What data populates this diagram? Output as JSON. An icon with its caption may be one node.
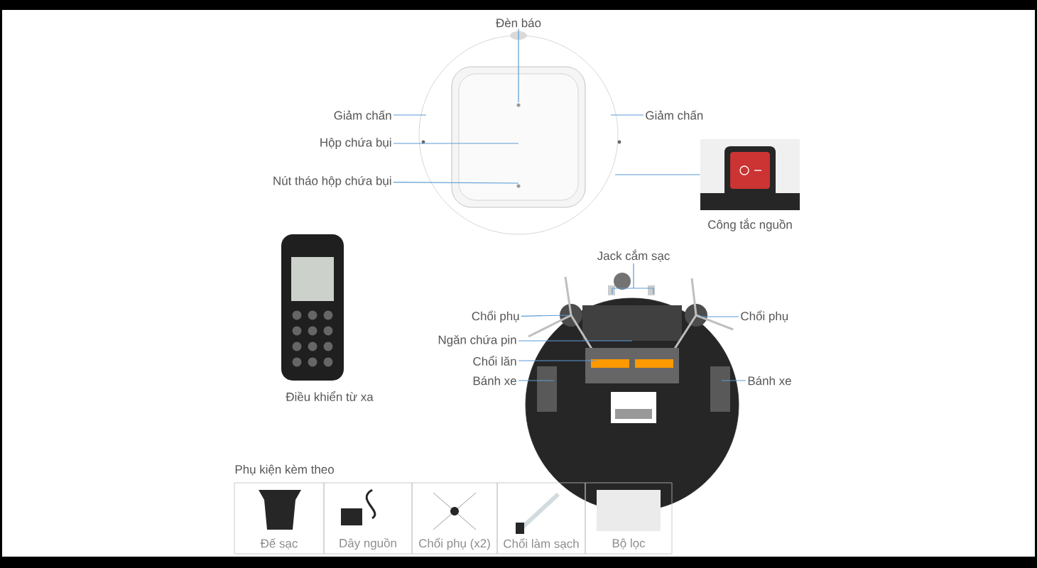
{
  "diagram": {
    "nodes": [
      {
        "text": [
          "Đèn báo"
        ]
      },
      {
        "text": [
          "Giảm chấn"
        ]
      },
      {
        "text": [
          "Giảm chấn"
        ]
      },
      {
        "text": [
          "Hộp chứa bụi"
        ]
      },
      {
        "text": [
          "Nút tháo hộp chứa bụi"
        ]
      },
      {
        "text": [
          "Công tắc nguồn"
        ]
      },
      {
        "text": [
          "Jack cắm sạc"
        ]
      },
      {
        "text": [
          "Chổi phụ"
        ]
      },
      {
        "text": [
          "Chổi phụ"
        ]
      },
      {
        "text": [
          "Ngăn chứa pin"
        ]
      },
      {
        "text": [
          "Chổi lăn"
        ]
      },
      {
        "text": [
          "Bánh xe"
        ]
      },
      {
        "text": [
          "Bánh xe"
        ]
      },
      {
        "text": [],
        "shape": "picture"
      },
      {
        "text": [],
        "shape": "picture"
      }
    ],
    "edges": [
      {
        "from": 0,
        "to": 13,
        "arrow": "none"
      },
      {
        "from": 1,
        "to": 13,
        "arrow": "none"
      },
      {
        "from": 2,
        "to": 13,
        "arrow": "none"
      },
      {
        "from": 3,
        "to": 13,
        "arrow": "none"
      },
      {
        "from": 4,
        "to": 13,
        "arrow": "none"
      },
      {
        "from": 13,
        "to": 5,
        "arrow": "none"
      },
      {
        "from": 6,
        "to": 14,
        "arrow": "none"
      },
      {
        "from": 7,
        "to": 14,
        "arrow": "none"
      },
      {
        "from": 8,
        "to": 14,
        "arrow": "none"
      },
      {
        "from": 9,
        "to": 14,
        "arrow": "none"
      },
      {
        "from": 10,
        "to": 14,
        "arrow": "none"
      },
      {
        "from": 11,
        "to": 14,
        "arrow": "none"
      },
      {
        "from": 12,
        "to": 14,
        "arrow": "none"
      }
    ],
    "labels": [
      "Điều khiển từ xa",
      "Phụ kiện kèm theo",
      "Đế sạc",
      "Dây nguồn",
      "Chổi phụ (x2)",
      "Chổi làm sạch",
      "Bộ lọc"
    ]
  }
}
